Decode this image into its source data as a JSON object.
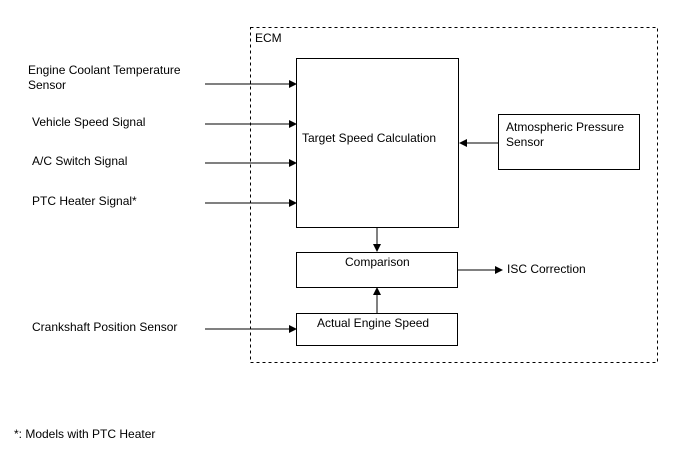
{
  "ecm_label": "ECM",
  "inputs": {
    "coolant": [
      "Engine Coolant Temperature",
      "Sensor"
    ],
    "vehicle_speed": "Vehicle Speed Signal",
    "ac_switch": "A/C Switch Signal",
    "ptc_heater": "PTC Heater Signal*",
    "crankshaft": "Crankshaft Position Sensor"
  },
  "blocks": {
    "target_speed": "Target Speed Calculation",
    "comparison": "Comparison",
    "actual_speed": "Actual Engine Speed",
    "atmospheric": [
      "Atmospheric Pressure",
      "Sensor"
    ]
  },
  "output": "ISC Correction",
  "footnote": "*: Models with PTC Heater"
}
